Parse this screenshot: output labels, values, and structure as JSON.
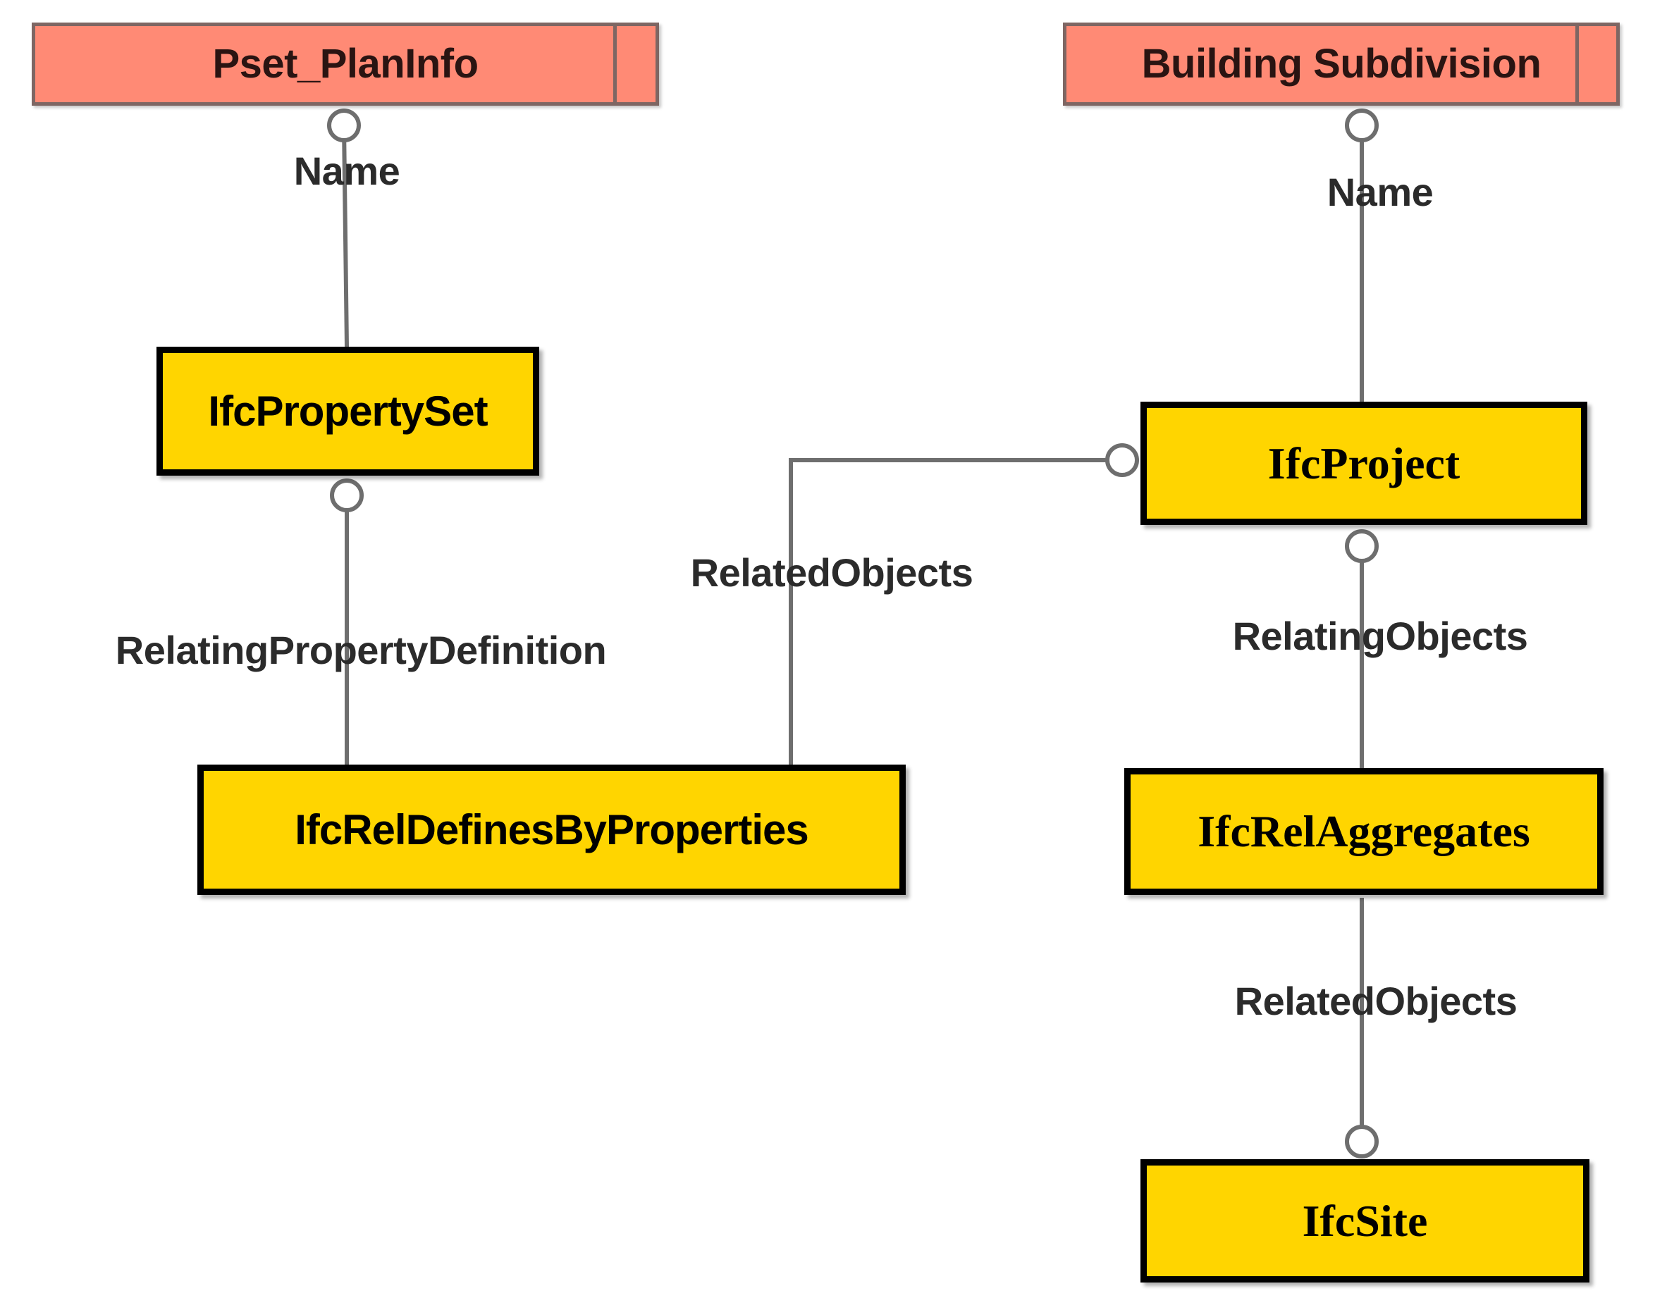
{
  "diagram": {
    "title": "IFC property-set and spatial-aggregation mapping diagram",
    "background_color": "#FFFFFF",
    "palette": {
      "pset_fill": "#FF8A75",
      "pset_border": "#7E6663",
      "ifc_fill": "#FFD500",
      "ifc_border": "#000000",
      "connector": "#6E6E6E",
      "text": "#000000"
    }
  },
  "nodes": [
    {
      "id": "pset_planinfo",
      "label": "Pset_PlanInfo",
      "kind": "pset"
    },
    {
      "id": "building_subdiv",
      "label": "Building Subdivision",
      "kind": "pset"
    },
    {
      "id": "ifcpropertyset",
      "label": "IfcPropertySet",
      "kind": "ifc"
    },
    {
      "id": "ifcproject",
      "label": "IfcProject",
      "kind": "ifc"
    },
    {
      "id": "ifcreldefines",
      "label": "IfcRelDefinesByProperties",
      "kind": "ifc"
    },
    {
      "id": "ifcrelaggregates",
      "label": "IfcRelAggregates",
      "kind": "ifc"
    },
    {
      "id": "ifcsite",
      "label": "IfcSite",
      "kind": "ifc"
    }
  ],
  "edges": [
    {
      "id": "e1",
      "label": "Name",
      "from": "pset_planinfo",
      "to": "ifcpropertyset"
    },
    {
      "id": "e2",
      "label": "RelatingPropertyDefinition",
      "from": "ifcpropertyset",
      "to": "ifcreldefines"
    },
    {
      "id": "e3",
      "label": "RelatedObjects",
      "from": "ifcproject",
      "to": "ifcreldefines"
    },
    {
      "id": "e4",
      "label": "Name",
      "from": "building_subdiv",
      "to": "ifcproject"
    },
    {
      "id": "e5",
      "label": "RelatingObjects",
      "from": "ifcproject",
      "to": "ifcrelaggregates"
    },
    {
      "id": "e6",
      "label": "RelatedObjects",
      "from": "ifcrelaggregates",
      "to": "ifcsite"
    }
  ]
}
